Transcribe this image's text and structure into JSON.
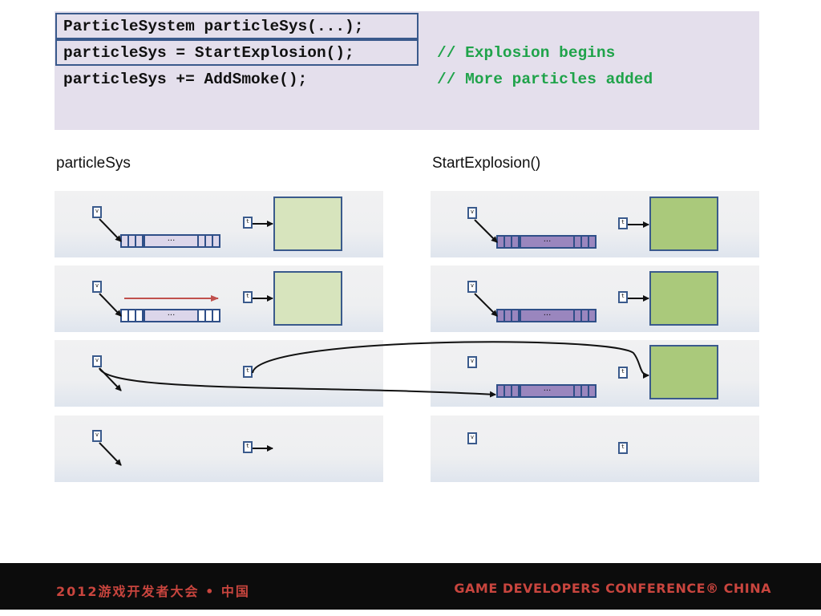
{
  "code": {
    "line1": "ParticleSystem particleSys(...);",
    "line2": "particleSys = StartExplosion();",
    "line3": "particleSys += AddSmoke();",
    "comment2": "// Explosion begins",
    "comment3": "// More particles added"
  },
  "columns": {
    "left_label": "particleSys",
    "right_label": "StartExplosion()"
  },
  "diagram": {
    "vector_pointer_label": "v",
    "texture_pointer_label": "t",
    "ellipsis": "···"
  },
  "footer": {
    "left": "2012游戏开发者大会 • 中国",
    "right": "GAME DEVELOPERS CONFERENCE® CHINA"
  },
  "colors": {
    "code_background": "#e4dfec",
    "comment": "#1fa34a",
    "outline": "#3a5a8c",
    "vector_light": "#dcd6ea",
    "vector_dark": "#9a86be",
    "texture_light": "#d7e4bd",
    "texture_dark": "#aac97b",
    "move_arrow": "#c0504d",
    "footer_background": "#0c0c0c",
    "footer_text": "#c9453e"
  }
}
